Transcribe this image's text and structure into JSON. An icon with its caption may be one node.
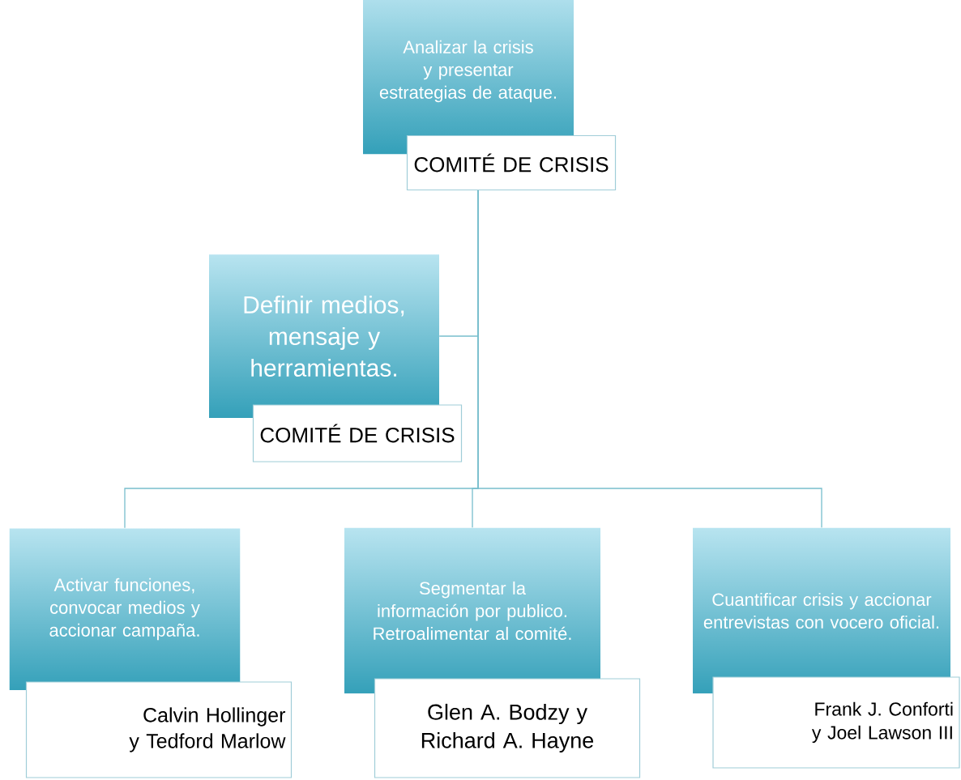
{
  "diagram": {
    "nodes": [
      {
        "text": [
          "Analizar la crisis y presentar estrategias de ataque.",
          "COMITÉ DE CRISIS"
        ]
      },
      {
        "text": [
          "Definir medios, mensaje y herramientas.",
          "COMITÉ DE CRISIS"
        ]
      },
      {
        "text": [
          "Activar funciones, convocar medios y accionar campaña.",
          "Calvin Hollinger y Tedford Marlow"
        ]
      },
      {
        "text": [
          "Segmentar la información por publico. Retroalimentar al comité.",
          "Glen A. Bodzy y Richard A. Hayne"
        ]
      },
      {
        "text": [
          "Cuantificar crisis y accionar entrevistas con vocero oficial.",
          "Frank J. Conforti y Joel Lawson III"
        ]
      }
    ],
    "edges": [
      {
        "from": 0,
        "to": 1,
        "arrow": "none"
      },
      {
        "from": 0,
        "to": 2,
        "arrow": "none"
      },
      {
        "from": 0,
        "to": 3,
        "arrow": "none"
      },
      {
        "from": 0,
        "to": 4,
        "arrow": "none"
      }
    ]
  }
}
